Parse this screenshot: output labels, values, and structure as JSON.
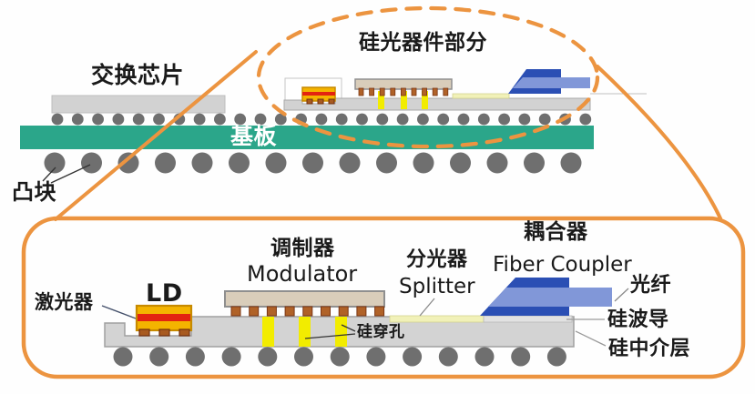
{
  "colors": {
    "accent_orange": "#EC9440",
    "substrate_teal": "#2BA68A",
    "chip_gray": "#D2D2D2",
    "bump_gray": "#6F6F6F",
    "ld_gold": "#F4B400",
    "ld_red": "#E32311",
    "modulator_tan": "#D9CDBA",
    "tsv_yellow": "#F2EC00",
    "splitter_pale_yellow": "#F1F1B8",
    "coupler_dark_blue": "#2B4FB4",
    "fiber_light_blue": "#8197D8"
  },
  "top_view": {
    "switch_chip_label": "交换芯片",
    "substrate_label": "基板",
    "bump_label": "凸块",
    "photonics_section_label": "硅光器件部分"
  },
  "detail_view": {
    "laser_label": "激光器",
    "laser_diode_label": "LD",
    "modulator_label_zh": "调制器",
    "modulator_label_en": "Modulator",
    "splitter_label_zh": "分光器",
    "splitter_label_en": "Splitter",
    "coupler_label_zh": "耦合器",
    "coupler_label_en": "Fiber Coupler",
    "fiber_label": "光纤",
    "waveguide_label": "硅波导",
    "interposer_label": "硅中介层",
    "tsv_label": "硅穿孔"
  }
}
